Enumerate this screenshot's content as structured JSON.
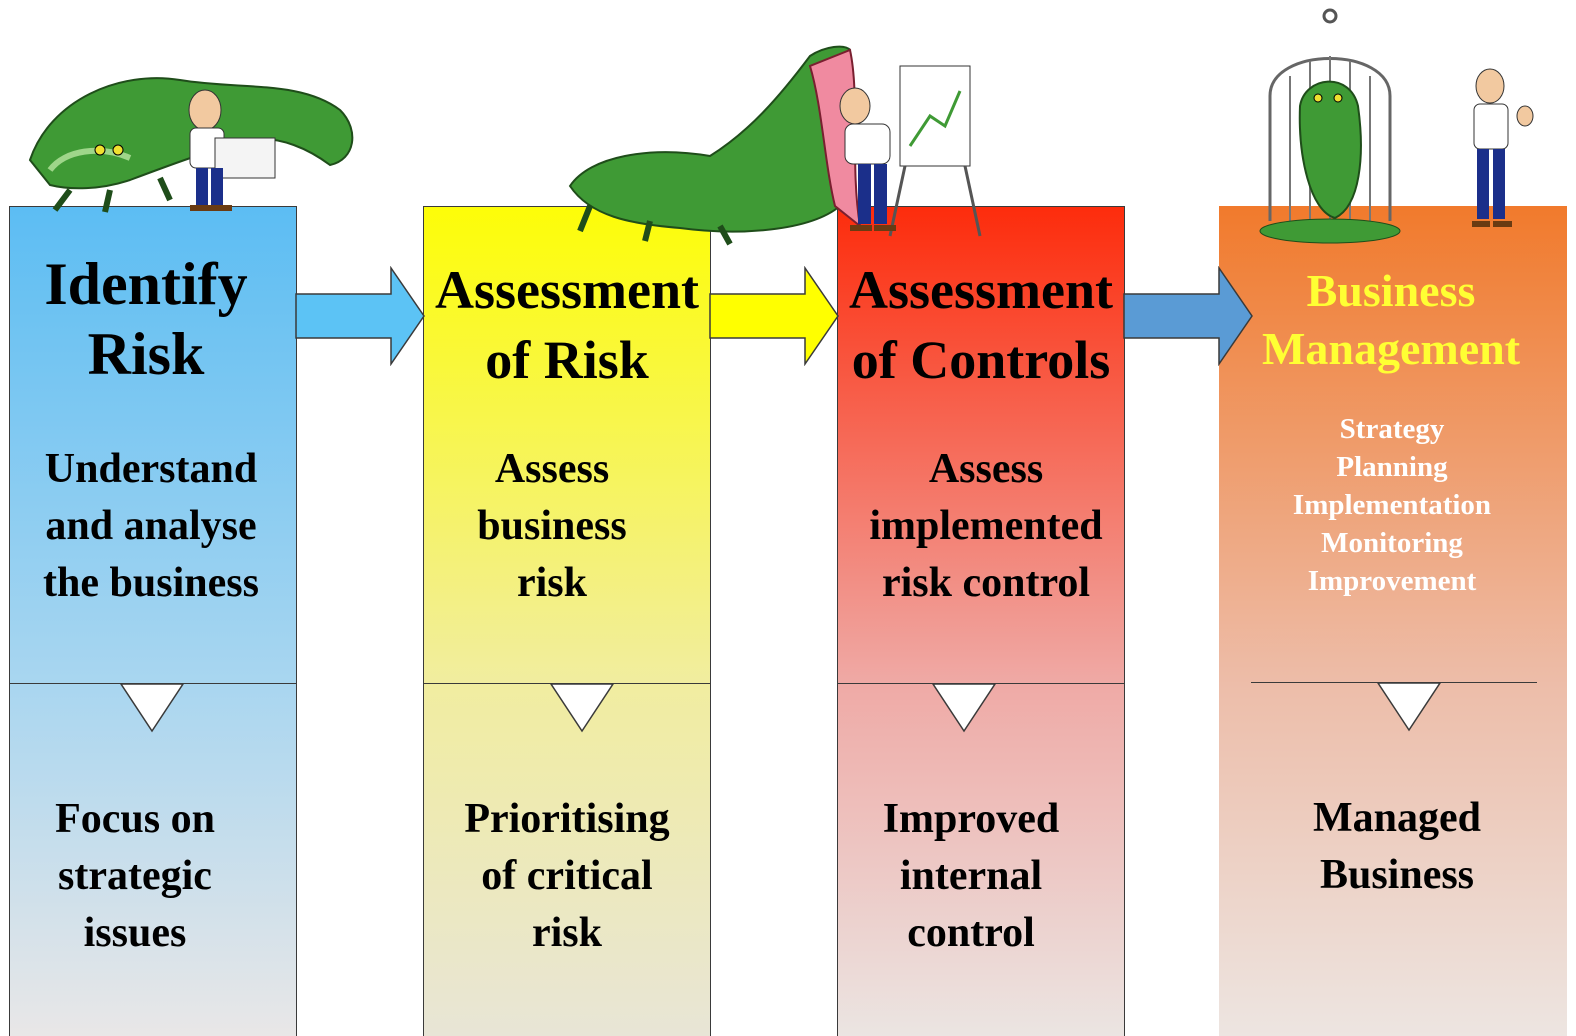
{
  "columns": [
    {
      "title": "Identify Risk",
      "title_lines": [
        "Identify",
        "Risk"
      ],
      "subtitle_lines": [
        "Understand",
        "and analyse",
        "the business"
      ],
      "outcome_lines": [
        "Focus on",
        "strategic",
        "issues"
      ]
    },
    {
      "title": "Assessment of Risk",
      "title_lines": [
        "Assessment",
        "of Risk"
      ],
      "subtitle_lines": [
        "Assess",
        "business",
        "risk"
      ],
      "outcome_lines": [
        "Prioritising",
        "of critical",
        "risk"
      ]
    },
    {
      "title": "Assessment of Controls",
      "title_lines": [
        "Assessment",
        "of Controls"
      ],
      "subtitle_lines": [
        "Assess",
        "implemented",
        "risk control"
      ],
      "outcome_lines": [
        "Improved",
        "internal",
        "control"
      ]
    },
    {
      "title": "Business Management",
      "title_lines": [
        "Business",
        "Management"
      ],
      "steps": [
        "Strategy",
        "Planning",
        "Implementation",
        "Monitoring",
        "Improvement"
      ],
      "outcome_lines": [
        "Managed",
        "Business"
      ]
    }
  ],
  "colors": {
    "identify": "#5cbdf3",
    "assessment_risk": "#fdfd08",
    "assessment_controls": "#fd2c0c",
    "business_management": "#f17a2c",
    "management_title": "#ffff33",
    "arrow_1": "#5cc3f5",
    "arrow_2": "#ffff00",
    "arrow_3": "#5a9bd5",
    "crocodile": "#3f9a35"
  },
  "illustrations": [
    "crocodile-reading-man-illustration",
    "crocodile-open-jaws-flipchart-illustration",
    "caged-crocodile-man-illustration"
  ]
}
